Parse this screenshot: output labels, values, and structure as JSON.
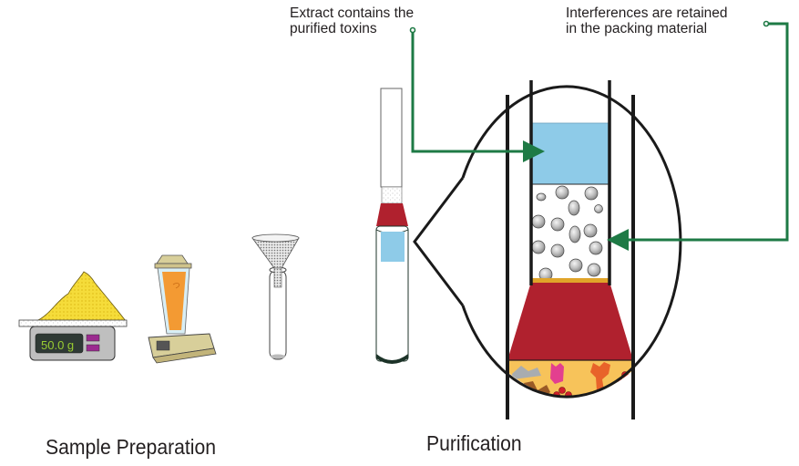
{
  "callouts": {
    "extract": {
      "line1": "Extract contains the",
      "line2": "purified toxins"
    },
    "interferences": {
      "line1": "Interferences are retained",
      "line2": "in the packing material"
    }
  },
  "sections": {
    "sample_preparation": "Sample Preparation",
    "purification": "Purification"
  },
  "scale": {
    "display_value": "50.0 g"
  },
  "colors": {
    "arrow_green": "#1e7a45",
    "extract_blue": "#8ecbe8",
    "sorbent_red": "#b0212e",
    "sample_yellow": "#f7c35a",
    "frit_orange": "#e0a429",
    "display_text": "#9acd32",
    "scale_button": "#9b2b8f"
  }
}
